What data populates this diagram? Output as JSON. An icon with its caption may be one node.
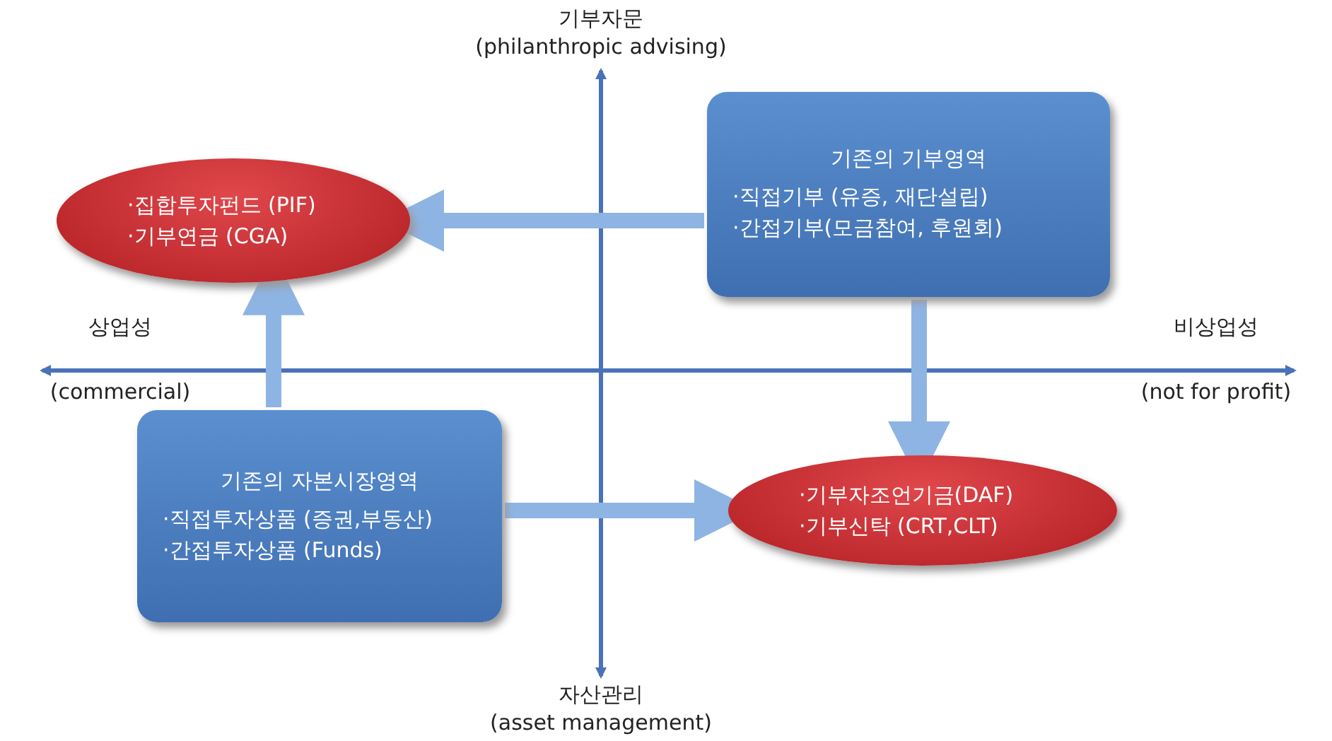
{
  "diagram": {
    "nodes": [
      {
        "text": [
          "기존의 기부영역",
          "·직접기부 (유증, 재단설립)",
          "·간접기부(모금참여, 후원회)"
        ]
      },
      {
        "text": [
          "·집합투자펀드 (PIF)",
          "·기부연금 (CGA)"
        ]
      },
      {
        "text": [
          "기존의 자본시장영역",
          "·직접투자상품 (증권,부동산)",
          "·간접투자상품 (Funds)"
        ]
      },
      {
        "text": [
          "·기부자조언기금(DAF)",
          "·기부신탁 (CRT,CLT)"
        ]
      }
    ],
    "edges": [
      {
        "from": 0,
        "to": 1,
        "arrow": "to"
      },
      {
        "from": 2,
        "to": 1,
        "arrow": "to"
      },
      {
        "from": 2,
        "to": 3,
        "arrow": "to"
      },
      {
        "from": 0,
        "to": 3,
        "arrow": "to"
      }
    ],
    "labels": [
      "기부자문",
      "(philanthropic advising)",
      "상업성",
      "(commercial)",
      "비상업성",
      "(not for profit)",
      "자산관리",
      "(asset management)"
    ]
  }
}
